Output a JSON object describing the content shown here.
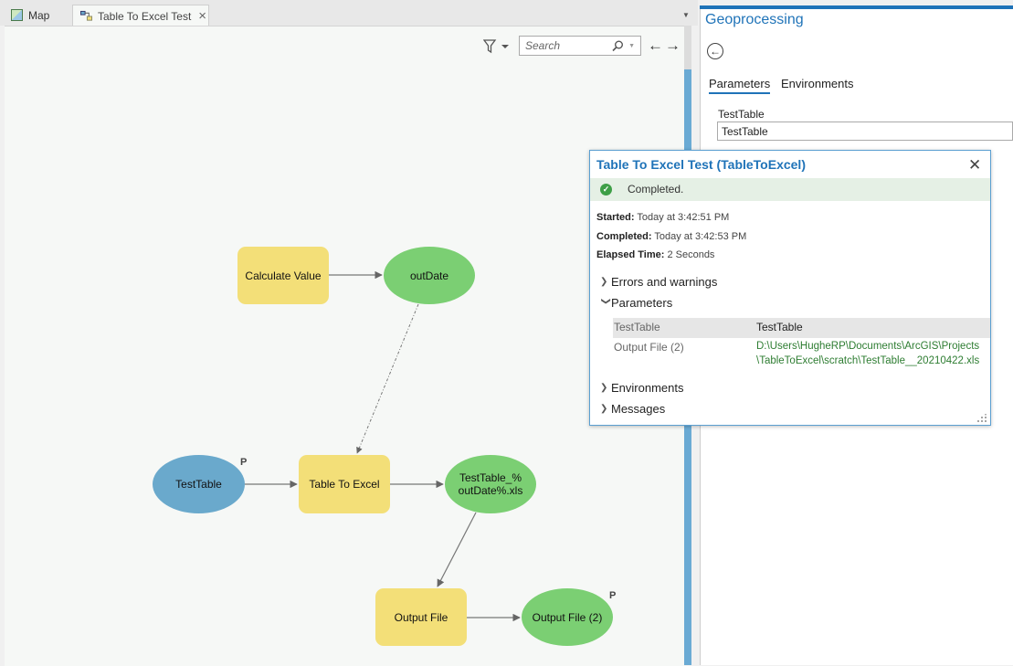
{
  "tabs": [
    {
      "label": "Map",
      "icon": "map-icon",
      "active": false
    },
    {
      "label": "Table To Excel Test",
      "icon": "model-icon",
      "active": true,
      "close": "×"
    }
  ],
  "toolbar": {
    "search_placeholder": "Search",
    "filter_icon": "filter-icon",
    "back_arrow": "←",
    "forward_arrow": "→"
  },
  "model": {
    "nodes": {
      "calculate_value": "Calculate Value",
      "out_date": "outDate",
      "test_table": "TestTable",
      "table_to_excel": "Table To Excel",
      "output_xls_line1": "TestTable_%",
      "output_xls_line2": "outDate%.xls",
      "output_file": "Output File",
      "output_file_2": "Output File (2)"
    },
    "param_marker": "P"
  },
  "geoprocessing": {
    "title": "Geoprocessing",
    "back_icon": "back-circle-icon",
    "tabs": [
      "Parameters",
      "Environments"
    ],
    "active_tab": "Parameters",
    "field_label": "TestTable",
    "field_value": "TestTable"
  },
  "popup": {
    "title": "Table To Excel Test (TableToExcel)",
    "close": "✕",
    "status": "Completed.",
    "status_color": "#3e9f47",
    "started_label": "Started:",
    "started_value": "Today at 3:42:51 PM",
    "completed_label": "Completed:",
    "completed_value": "Today at 3:42:53 PM",
    "elapsed_label": "Elapsed Time:",
    "elapsed_value": "2 Seconds",
    "sections": {
      "errors": "Errors and warnings",
      "parameters": "Parameters",
      "environments": "Environments",
      "messages": "Messages"
    },
    "params": [
      {
        "name": "TestTable",
        "value": "TestTable"
      },
      {
        "name": "Output File (2)",
        "value_line1": "D:\\Users\\HugheRP\\Documents\\ArcGIS\\Projects",
        "value_line2": "\\TableToExcel\\scratch\\TestTable__20210422.xls"
      }
    ]
  },
  "colors": {
    "accent": "#1f73b8",
    "tool_fill": "#f3df78",
    "data_fill": "#7bcf73",
    "input_fill": "#6aa9cc",
    "path_green": "#2e7d32"
  }
}
